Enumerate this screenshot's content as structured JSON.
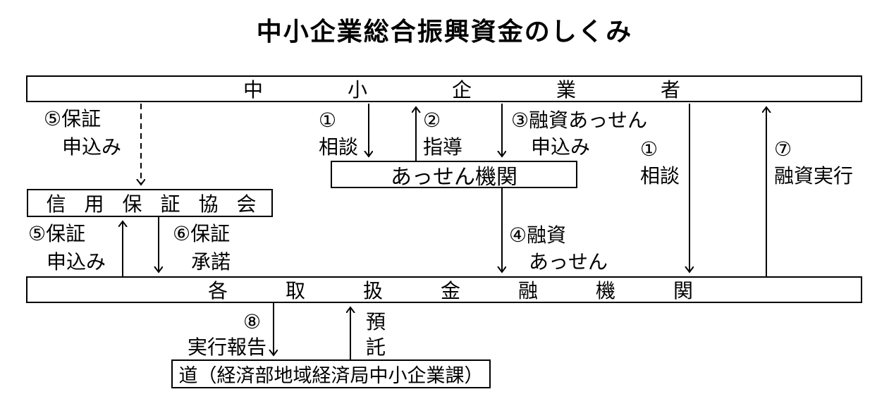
{
  "title": "中小企業総合振興資金のしくみ",
  "boxes": {
    "sme": "中小企業者",
    "assen": "あっせん機関",
    "hosho": "信用保証協会",
    "kinyu": "各取扱金融機関",
    "dou": "道（経済部地域経済局中小企業課）"
  },
  "labels": {
    "l5_top": [
      "⑤保証",
      "申込み"
    ],
    "l1_mid": [
      "①",
      "相談"
    ],
    "l2_mid": [
      "②",
      "指導"
    ],
    "l3_mid": [
      "③融資あっせん",
      "申込み"
    ],
    "l1_right": [
      "①",
      "相談"
    ],
    "l7_right": [
      "⑦",
      "融資実行"
    ],
    "l5_bottom": [
      "⑤保証",
      "申込み"
    ],
    "l6_bottom": [
      "⑥保証",
      "承諾"
    ],
    "l4_mid": [
      "④融資",
      "あっせん"
    ],
    "l8_bottom": [
      "⑧",
      "実行報告"
    ],
    "yotaku": [
      "預",
      "託"
    ]
  },
  "colors": {
    "line": "#000000",
    "background": "#ffffff"
  }
}
